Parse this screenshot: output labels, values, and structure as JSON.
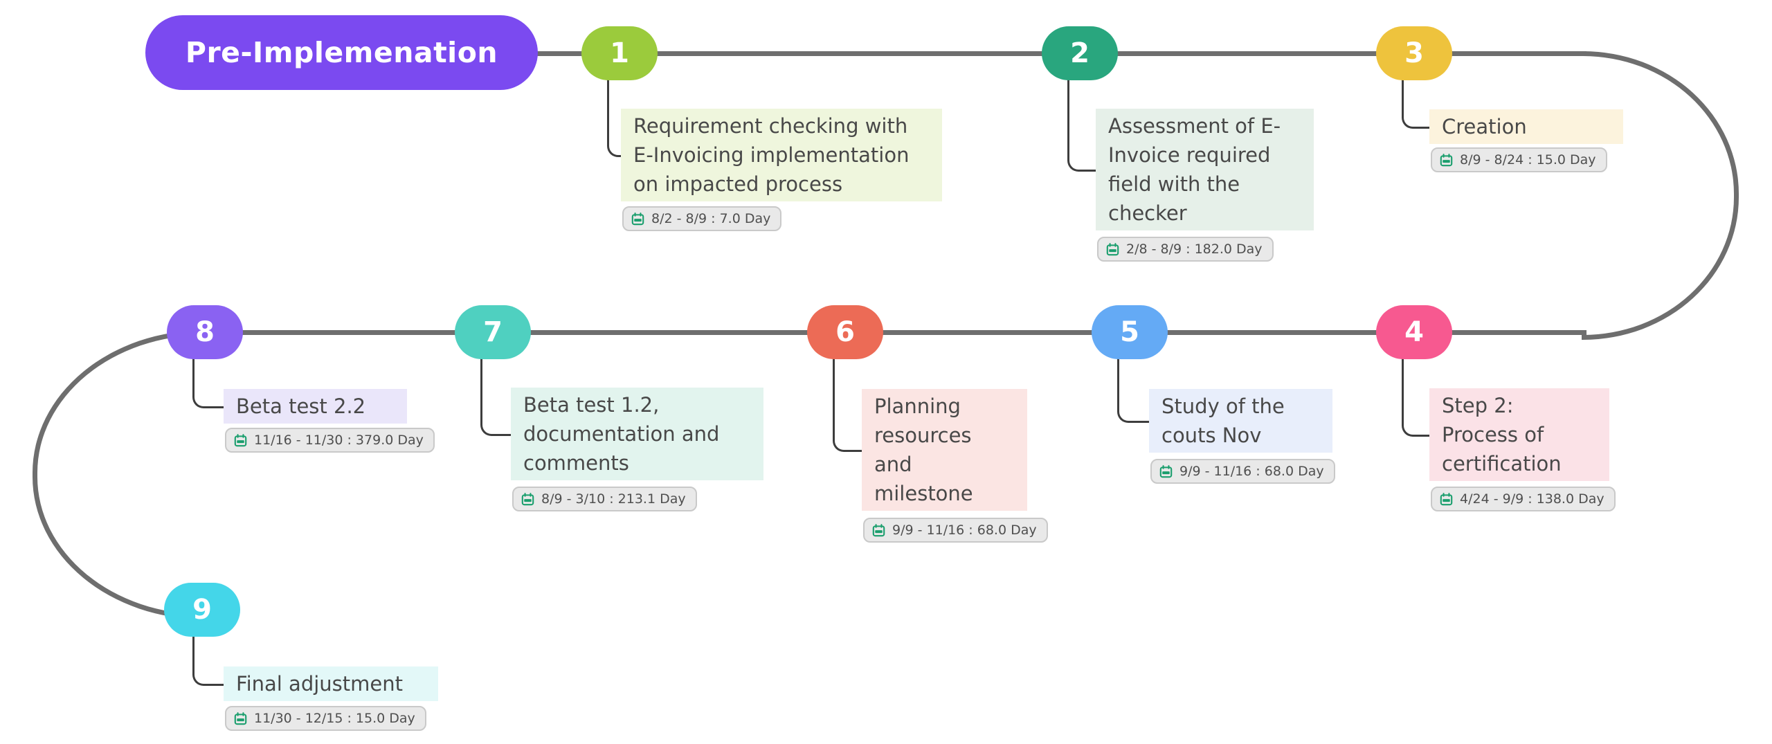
{
  "root": {
    "label": "Pre-Implemenation",
    "bg_color": "#7b4af0",
    "text_color": "#ffffff"
  },
  "connector": {
    "main_line_color": "#6e6e6e",
    "elbow_color": "#3d3d3d"
  },
  "badge_style": {
    "bg_color": "#e9e9e9",
    "border_color": "#c9c9c9",
    "text_color": "#4f4f4f",
    "icon": "calendar-icon",
    "icon_color": "#1a9e6d"
  },
  "nodes": [
    {
      "number": "1",
      "label": "Requirement checking with E-Invoicing implementation on impacted process",
      "date": "8/2 - 8/9 : 7.0 Day",
      "circle_color": "#9bcb3c",
      "card_bg": "#eff6dd"
    },
    {
      "number": "2",
      "label": "Assessment of E-Invoice required field with the checker",
      "date": "2/8 - 8/9 : 182.0 Day",
      "circle_color": "#29a67e",
      "card_bg": "#e6f0e9"
    },
    {
      "number": "3",
      "label": "Creation",
      "date": "8/9 - 8/24 : 15.0 Day",
      "circle_color": "#eec33d",
      "card_bg": "#fcf3dd"
    },
    {
      "number": "4",
      "label": "Step 2: Process of certification",
      "date": "4/24 - 9/9 : 138.0 Day",
      "circle_color": "#f75990",
      "card_bg": "#fbe2e7"
    },
    {
      "number": "5",
      "label": "Study of the couts Nov",
      "date": "9/9 - 11/16 : 68.0 Day",
      "circle_color": "#64aaf5",
      "card_bg": "#e8eefb"
    },
    {
      "number": "6",
      "label": "Planning resources and milestone",
      "date": "9/9 - 11/16 : 68.0 Day",
      "circle_color": "#ec6b56",
      "card_bg": "#fbe5e3"
    },
    {
      "number": "7",
      "label": "Beta test 1.2, documentation and comments",
      "date": "8/9 - 3/10 : 213.1 Day",
      "circle_color": "#4fd0c0",
      "card_bg": "#e2f4ee"
    },
    {
      "number": "8",
      "label": "Beta test 2.2",
      "date": "11/16 - 11/30 : 379.0 Day",
      "circle_color": "#8a62f2",
      "card_bg": "#eae6fa"
    },
    {
      "number": "9",
      "label": "Final adjustment",
      "date": "11/30 - 12/15 : 15.0 Day",
      "circle_color": "#44d6e9",
      "card_bg": "#e3f8f8"
    }
  ]
}
